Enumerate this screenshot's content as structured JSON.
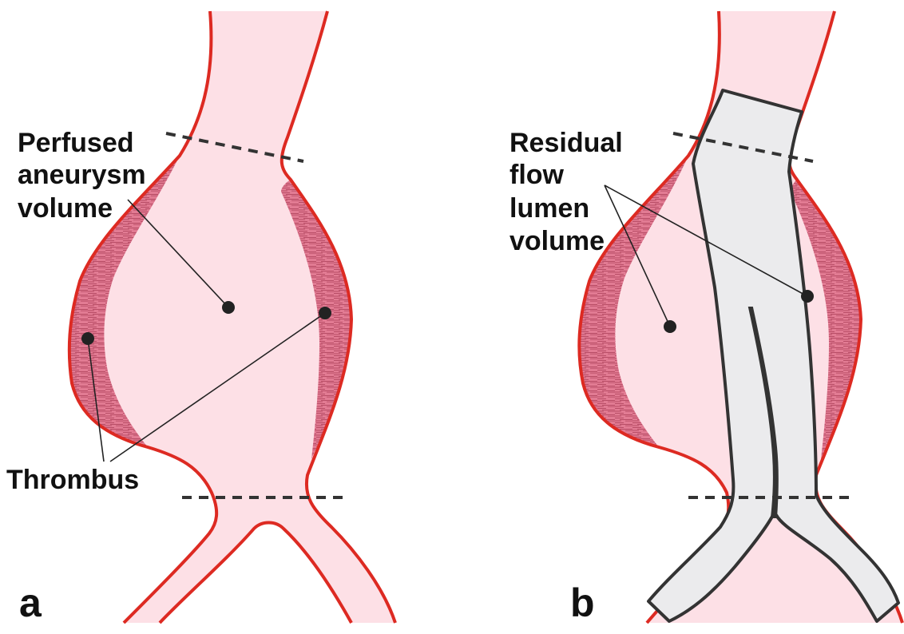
{
  "panels": [
    {
      "letter": "a",
      "label_lines": [
        "Perfused",
        "aneurysm",
        "volume"
      ],
      "thrombus_label": "Thrombus"
    },
    {
      "letter": "b",
      "label_lines": [
        "Residual",
        "flow",
        "lumen",
        "volume"
      ]
    }
  ],
  "colors": {
    "vessel_wall": "#dd2a22",
    "lumen": "#fde0e6",
    "thrombus": "#e27b93",
    "stent_graft": "#ebebed",
    "stent_outline": "#333333",
    "lines": "#222222"
  }
}
